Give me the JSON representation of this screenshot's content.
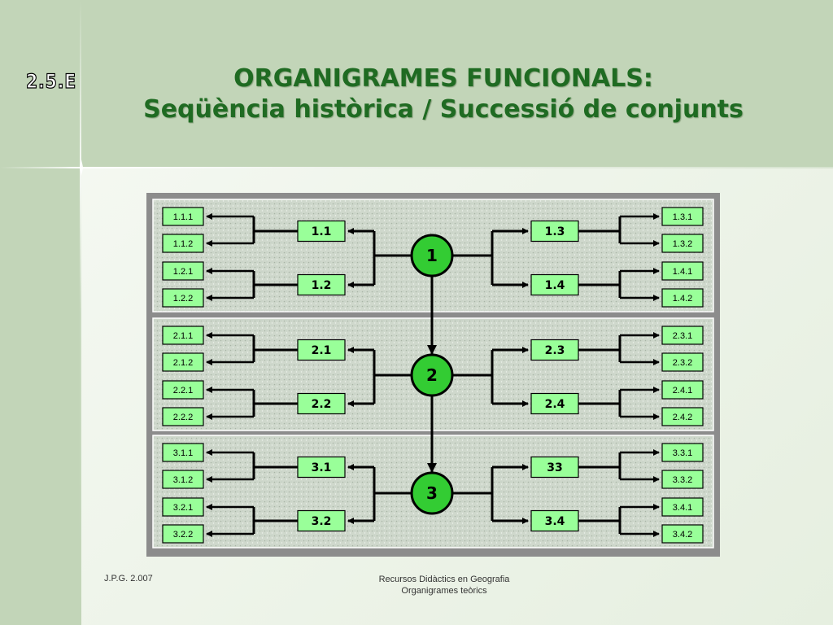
{
  "slide_tag": "2.5.E",
  "title_line1": "ORGANIGRAMES FUNCIONALS:",
  "title_line2": "Seqüència històrica / Successió de conjunts",
  "footer_left": "J.P.G. 2.007",
  "footer_center_line1": "Recursos Didàctics en Geografia",
  "footer_center_line2": "Organigrames teòrics",
  "colors": {
    "box_fill": "#99ff99",
    "circle_fill": "#33cc33",
    "panel_fill": "#c8d4c4",
    "frame": "#8c8c8c",
    "title": "#1f6b22"
  },
  "groups": [
    {
      "center": "1",
      "left_nodes": [
        {
          "label": "1.1",
          "leaves": [
            "1.1.1",
            "1.1.2"
          ]
        },
        {
          "label": "1.2",
          "leaves": [
            "1.2.1",
            "1.2.2"
          ]
        }
      ],
      "right_nodes": [
        {
          "label": "1.3",
          "leaves": [
            "1.3.1",
            "1.3.2"
          ]
        },
        {
          "label": "1.4",
          "leaves": [
            "1.4.1",
            "1.4.2"
          ]
        }
      ]
    },
    {
      "center": "2",
      "left_nodes": [
        {
          "label": "2.1",
          "leaves": [
            "2.1.1",
            "2.1.2"
          ]
        },
        {
          "label": "2.2",
          "leaves": [
            "2.2.1",
            "2.2.2"
          ]
        }
      ],
      "right_nodes": [
        {
          "label": "2.3",
          "leaves": [
            "2.3.1",
            "2.3.2"
          ]
        },
        {
          "label": "2.4",
          "leaves": [
            "2.4.1",
            "2.4.2"
          ]
        }
      ]
    },
    {
      "center": "3",
      "left_nodes": [
        {
          "label": "3.1",
          "leaves": [
            "3.1.1",
            "3.1.2"
          ]
        },
        {
          "label": "3.2",
          "leaves": [
            "3.2.1",
            "3.2.2"
          ]
        }
      ],
      "right_nodes": [
        {
          "label": "33",
          "leaves": [
            "3.3.1",
            "3.3.2"
          ]
        },
        {
          "label": "3.4",
          "leaves": [
            "3.4.1",
            "3.4.2"
          ]
        }
      ]
    }
  ]
}
